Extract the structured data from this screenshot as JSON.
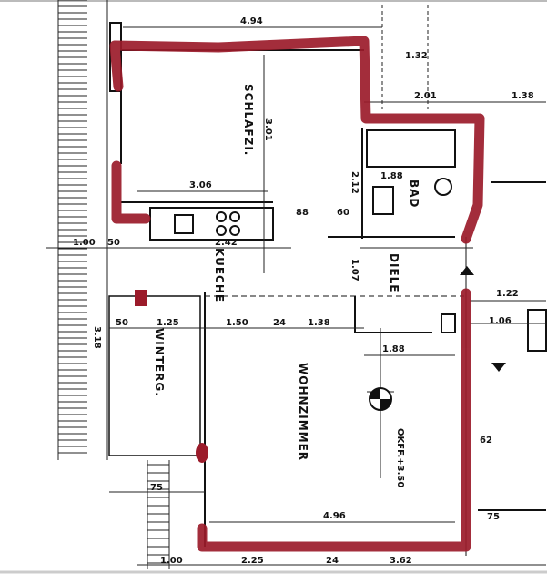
{
  "rooms": {
    "bedroom": "SCHLAFZI.",
    "kitchen": "KUECHE",
    "bath": "BAD",
    "hall": "DIELE",
    "living": "WOHNZIMMER",
    "winter_garden": "WINTERG.",
    "level": "OKFF.+3.50"
  },
  "dimensions": {
    "top_width": "4.94",
    "bed_depth": "3.01",
    "bed_lower": "3.06",
    "kitchen_w": "2.42",
    "bath_w": "1.88",
    "bath_h": "2.12",
    "right_top": "2.01",
    "right_far": "1.38",
    "small_top": "1.32",
    "diele_h": "1.07",
    "right_mid": "1.22",
    "right_mid2": "1.06",
    "living_a": "1.50",
    "living_b": "1.38",
    "wg_a": "50",
    "wg_b": "1.25",
    "left_a": "1.00",
    "left_b": "50",
    "wg_h": "3.18",
    "living_w": "4.96",
    "bottom_a": "1.00",
    "bottom_b": "2.25",
    "bottom_c": "24",
    "bottom_d": "3.62",
    "steps_w": "75",
    "right_small": "62",
    "right_75": "75",
    "living_mid": "1.88",
    "w24": "24",
    "d88": "88",
    "d60": "60"
  },
  "colors": {
    "outline_marker": "#9b1b2a",
    "walls": "#111111"
  }
}
